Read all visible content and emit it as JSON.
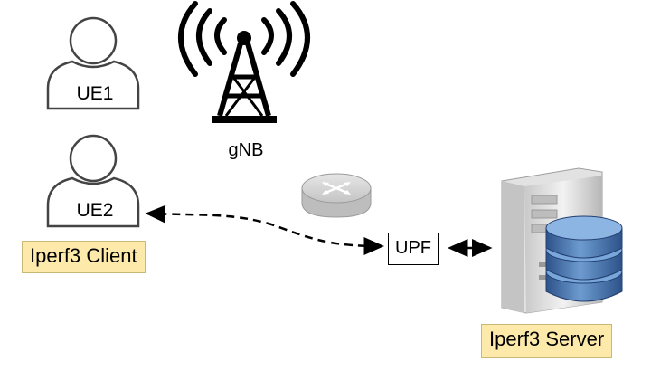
{
  "nodes": {
    "ue1": {
      "label": "UE1",
      "icon": "user-icon"
    },
    "ue2": {
      "label": "UE2",
      "icon": "user-icon"
    },
    "gnb": {
      "label": "gNB",
      "icon": "antenna-tower-icon"
    },
    "router": {
      "icon": "router-icon"
    },
    "upf": {
      "label": "UPF"
    },
    "server": {
      "icon": "server-database-icon"
    }
  },
  "roles": {
    "client": "Iperf3 Client",
    "server": "Iperf3 Server"
  },
  "edges": [
    {
      "from": "upf",
      "to": "ue2",
      "style": "dashed"
    },
    {
      "from": "upf",
      "to": "server",
      "style": "solid-bidirectional"
    }
  ],
  "colors": {
    "role_highlight": "#fde9a9",
    "router_fill": "#d4d4d4",
    "database_blue": "#3f6fa8"
  }
}
